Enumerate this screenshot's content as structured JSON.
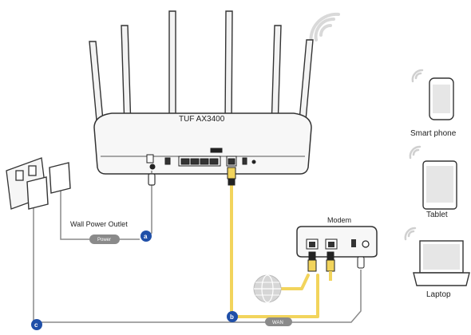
{
  "router": {
    "model": "TUF AX3400"
  },
  "modem": {
    "label": "Modem"
  },
  "power": {
    "outlet_label": "Wall Power Outlet",
    "pill_label": "Power"
  },
  "cable": {
    "pill_label": "WAN"
  },
  "steps": {
    "a": "a",
    "b": "b",
    "c": "c"
  },
  "devices": {
    "smartphone": "Smart phone",
    "tablet": "Tablet",
    "laptop": "Laptop"
  },
  "colors": {
    "ethernet": "#f2d45c",
    "badge": "#1f4fa8",
    "line": "#8a8a8a",
    "outline": "#333333"
  },
  "icons": [
    "wifi-icon",
    "globe-icon",
    "smartphone-icon",
    "tablet-icon",
    "laptop-icon",
    "power-adapter-icon",
    "wall-outlet-icon"
  ]
}
